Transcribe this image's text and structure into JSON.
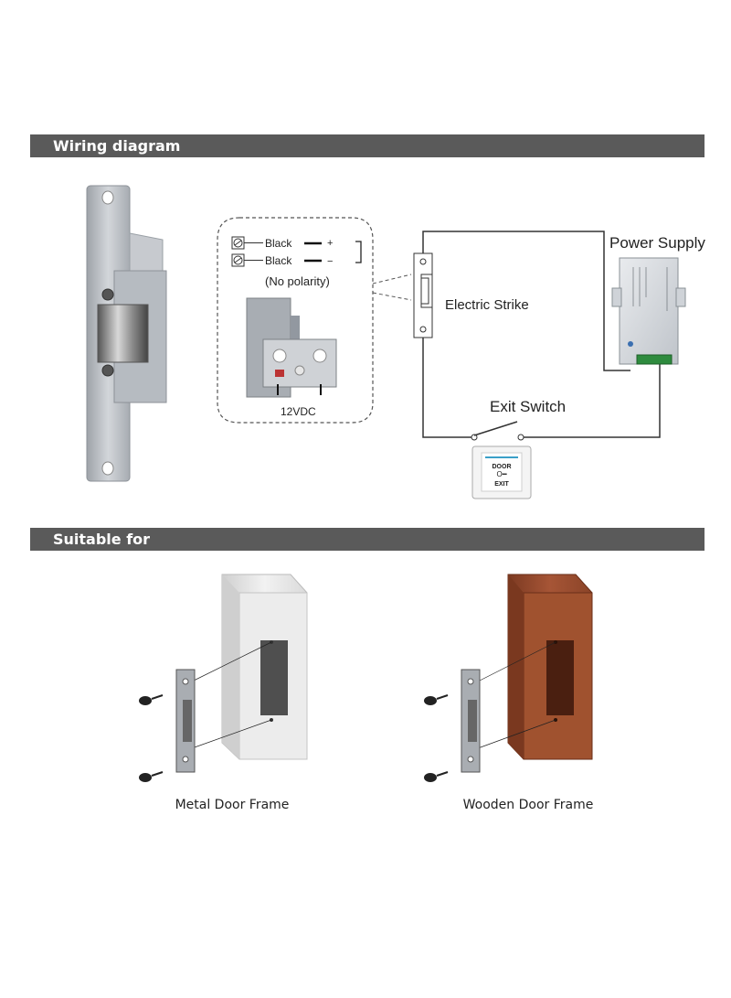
{
  "sections": {
    "wiring_title": "Wiring diagram",
    "suitable_title": "Suitable for"
  },
  "wiring": {
    "wire1_color": "Black",
    "wire1_sign": "+",
    "wire2_color": "Black",
    "wire2_sign": "−",
    "polarity_note": "(No polarity)",
    "voltage": "12VDC",
    "electric_strike_label": "Electric Strike",
    "power_supply_label": "Power Supply",
    "exit_switch_label": "Exit Switch",
    "exit_button_top": "DOOR",
    "exit_button_bottom": "EXIT"
  },
  "frames": {
    "metal_caption": "Metal Door Frame",
    "wooden_caption": "Wooden Door Frame"
  },
  "colors": {
    "banner": "#5a5a5a",
    "strike_metal": "#b8bcc2",
    "wood": "#9a4a2e",
    "metal_frame": "#e2e2e2"
  }
}
